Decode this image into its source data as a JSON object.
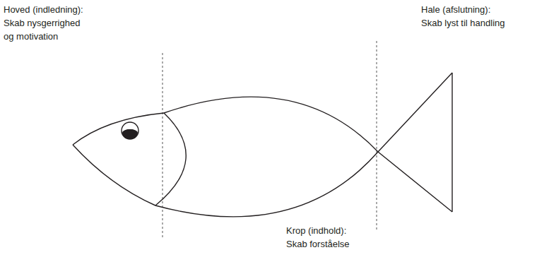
{
  "diagram": {
    "labels": [
      "Hoved (indledning):",
      "Skab nysgerrighed og motivation",
      "Hale (afslutning):",
      "Skab lyst til handling",
      "Krop (indhold):",
      "Skab forståelse"
    ]
  }
}
